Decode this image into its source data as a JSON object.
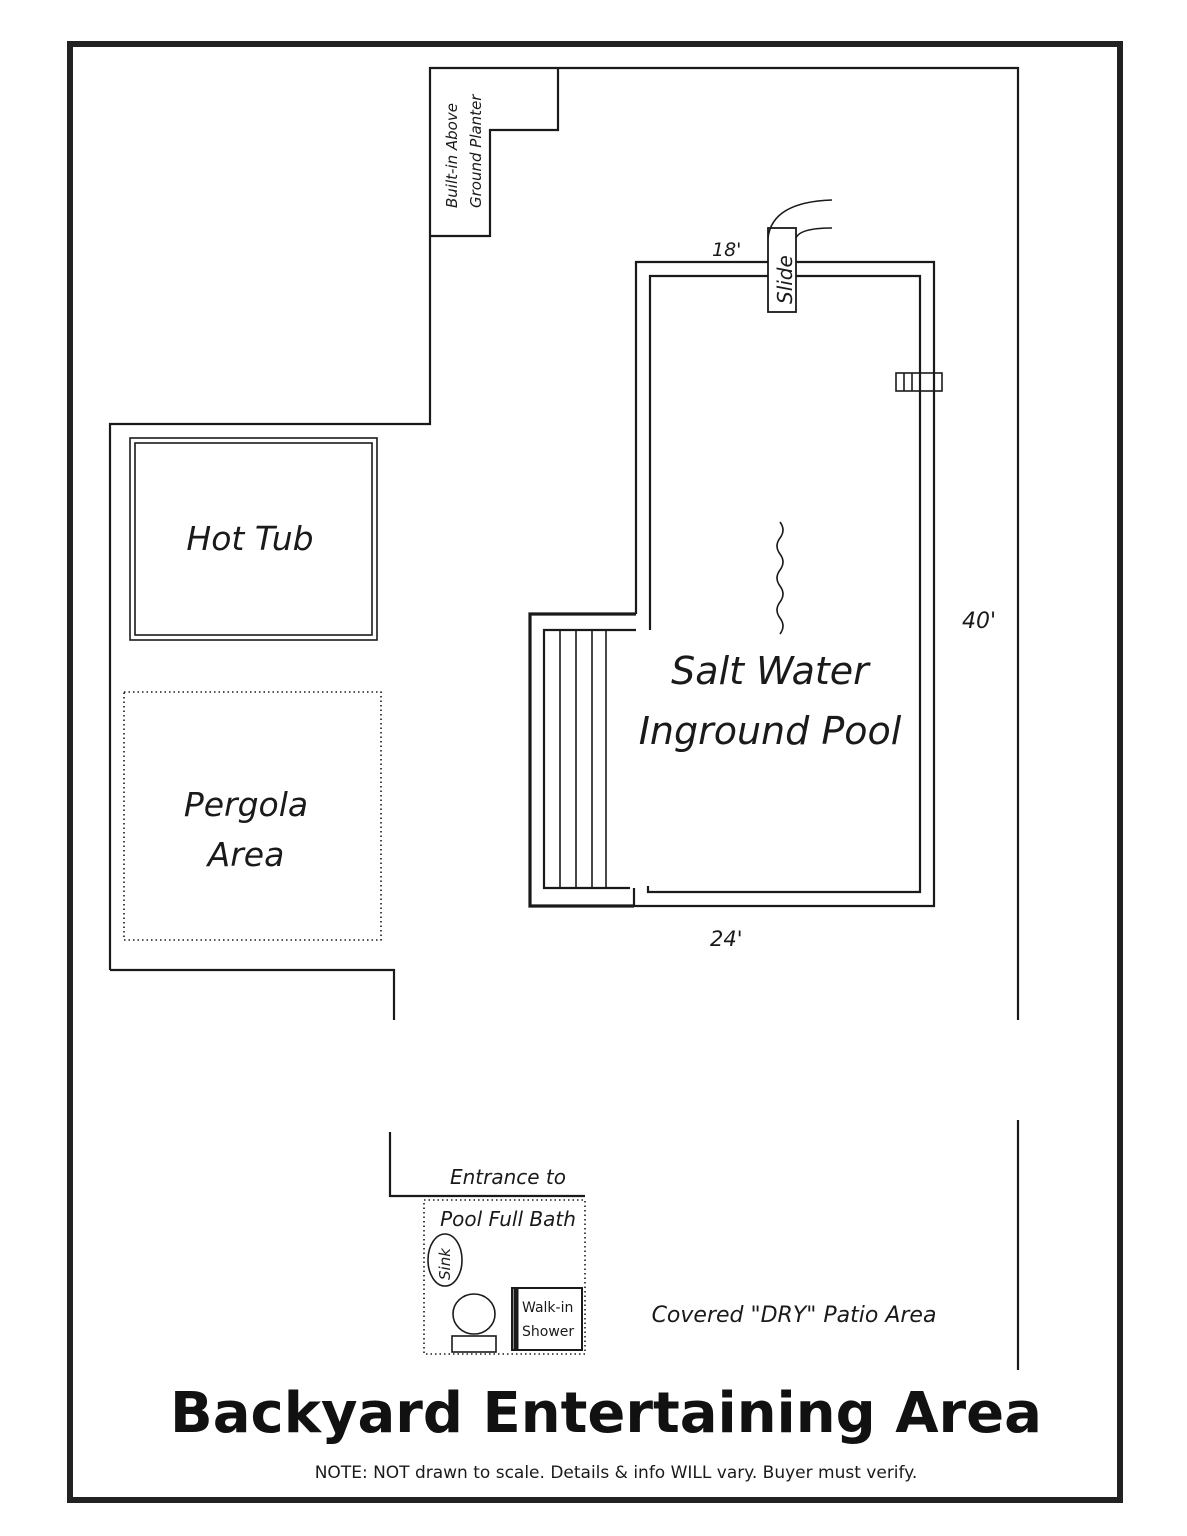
{
  "diagram": {
    "labels": {
      "planter_line1": "Built-in Above",
      "planter_line2": "Ground Planter",
      "pool_width_top": "18'",
      "slide": "Slide",
      "pool_length": "40'",
      "hot_tub": "Hot Tub",
      "pool_line1": "Salt Water",
      "pool_line2": "Inground Pool",
      "pergola_line1": "Pergola",
      "pergola_line2": "Area",
      "pool_width_bottom": "24'",
      "bath_line1": "Entrance to",
      "bath_line2": "Pool Full Bath",
      "sink": "Sink",
      "shower_line1": "Walk-in",
      "shower_line2": "Shower",
      "patio": "Covered \"DRY\" Patio Area"
    },
    "title": "Backyard Entertaining Area",
    "note": "NOTE: NOT drawn to scale. Details & info WILL vary. Buyer must verify."
  }
}
